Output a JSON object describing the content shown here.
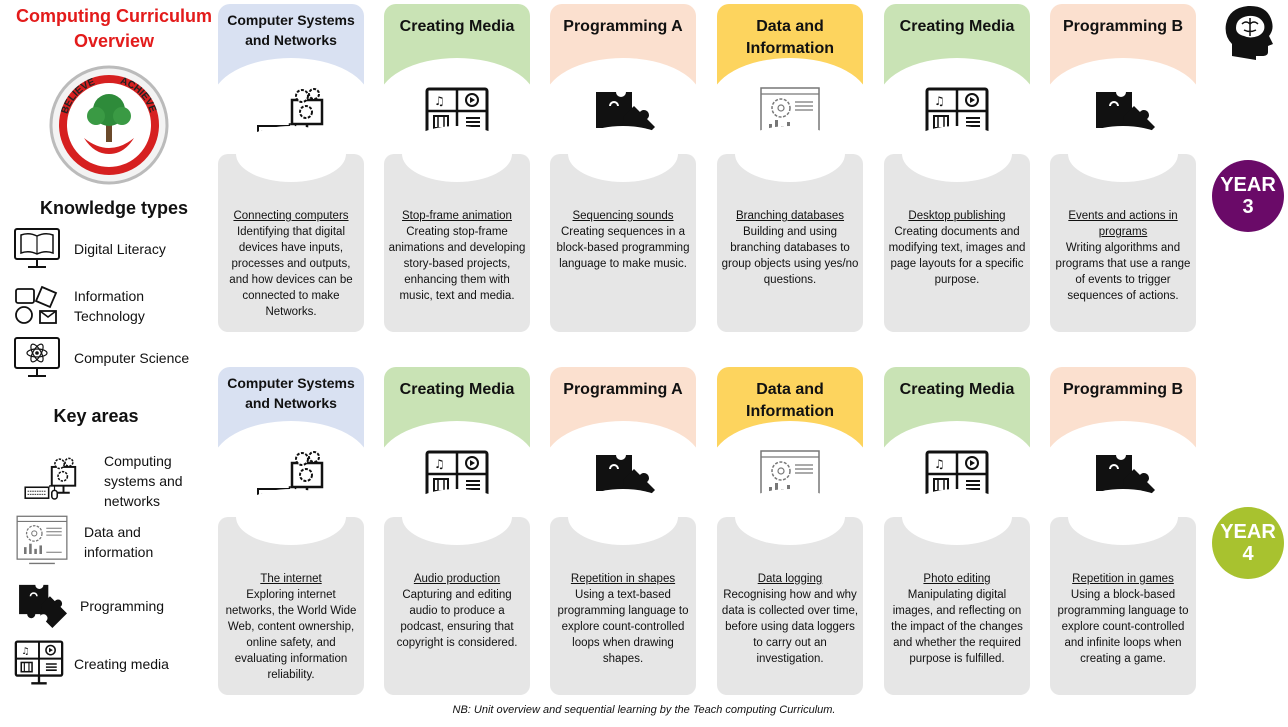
{
  "title": "Computing Curriculum Overview",
  "logo": {
    "text_left": "BELIEVE",
    "text_right": "ACHIEVE"
  },
  "knowledge_types": {
    "heading": "Knowledge types",
    "items": [
      {
        "label": "Digital Literacy",
        "icon": "book-monitor-icon"
      },
      {
        "label": "Information Technology",
        "icon": "communication-icon"
      },
      {
        "label": "Computer Science",
        "icon": "atom-monitor-icon"
      }
    ]
  },
  "key_areas": {
    "heading": "Key areas",
    "items": [
      {
        "label": "Computing systems and networks",
        "icon": "computer-systems-icon"
      },
      {
        "label": "Data and information",
        "icon": "data-dashboard-icon"
      },
      {
        "label": "Programming",
        "icon": "puzzle-icon"
      },
      {
        "label": "Creating media",
        "icon": "media-monitor-icon"
      }
    ]
  },
  "colors": {
    "title": "#e31b1b",
    "year3": "#6a0a68",
    "year4": "#a8c22f",
    "blue": "#d9e1f2",
    "green": "#c9e3b5",
    "peach": "#fbe0cf",
    "yellow": "#fdd45e"
  },
  "years": [
    {
      "label": "YEAR",
      "number": "3",
      "units": [
        {
          "area": "Computer Systems and Networks",
          "icon": "computer-systems-icon",
          "title": "Connecting computers",
          "desc": "Identifying that digital devices have inputs, processes and outputs, and how devices can be connected to make Networks."
        },
        {
          "area": "Creating Media",
          "icon": "media-monitor-icon",
          "title": "Stop-frame animation",
          "desc": "Creating stop-frame animations and developing story-based projects, enhancing them with music, text and media."
        },
        {
          "area": "Programming A",
          "icon": "puzzle-icon",
          "title": "Sequencing sounds",
          "desc": "Creating sequences in a block-based programming language to make music."
        },
        {
          "area": "Data and Information",
          "icon": "data-dashboard-icon",
          "title": "Branching databases",
          "desc": "Building and using branching databases to group objects using yes/no questions."
        },
        {
          "area": "Creating Media",
          "icon": "media-monitor-icon",
          "title": "Desktop publishing",
          "desc": "Creating documents and modifying text, images and page layouts for a specific purpose."
        },
        {
          "area": "Programming B",
          "icon": "puzzle-icon",
          "title": "Events and actions in programs",
          "desc": "Writing algorithms and programs that use a range of events to trigger sequences of actions."
        }
      ]
    },
    {
      "label": "YEAR",
      "number": "4",
      "units": [
        {
          "area": "Computer Systems and Networks",
          "icon": "computer-systems-icon",
          "title": "The internet",
          "desc": "Exploring internet networks, the World Wide Web, content ownership, online safety, and evaluating information reliability."
        },
        {
          "area": "Creating Media",
          "icon": "media-monitor-icon",
          "title": "Audio production",
          "desc": "Capturing and editing audio to produce a podcast, ensuring that copyright is considered."
        },
        {
          "area": "Programming A",
          "icon": "puzzle-icon",
          "title": "Repetition in shapes",
          "desc": "Using a text-based programming language to explore count-controlled loops when drawing shapes."
        },
        {
          "area": "Data and Information",
          "icon": "data-dashboard-icon",
          "title": "Data logging",
          "desc": "Recognising how and why data is collected over time, before using data loggers to carry out an investigation."
        },
        {
          "area": "Creating Media",
          "icon": "media-monitor-icon",
          "title": "Photo editing",
          "desc": "Manipulating digital images, and reflecting on the impact of the changes and whether the required purpose is fulfilled."
        },
        {
          "area": "Programming B",
          "icon": "puzzle-icon",
          "title": "Repetition in games",
          "desc": "Using a block-based programming language to explore count-controlled and infinite loops when creating a game."
        }
      ]
    }
  ],
  "footnote": "NB: Unit overview and sequential learning by the Teach computing Curriculum."
}
